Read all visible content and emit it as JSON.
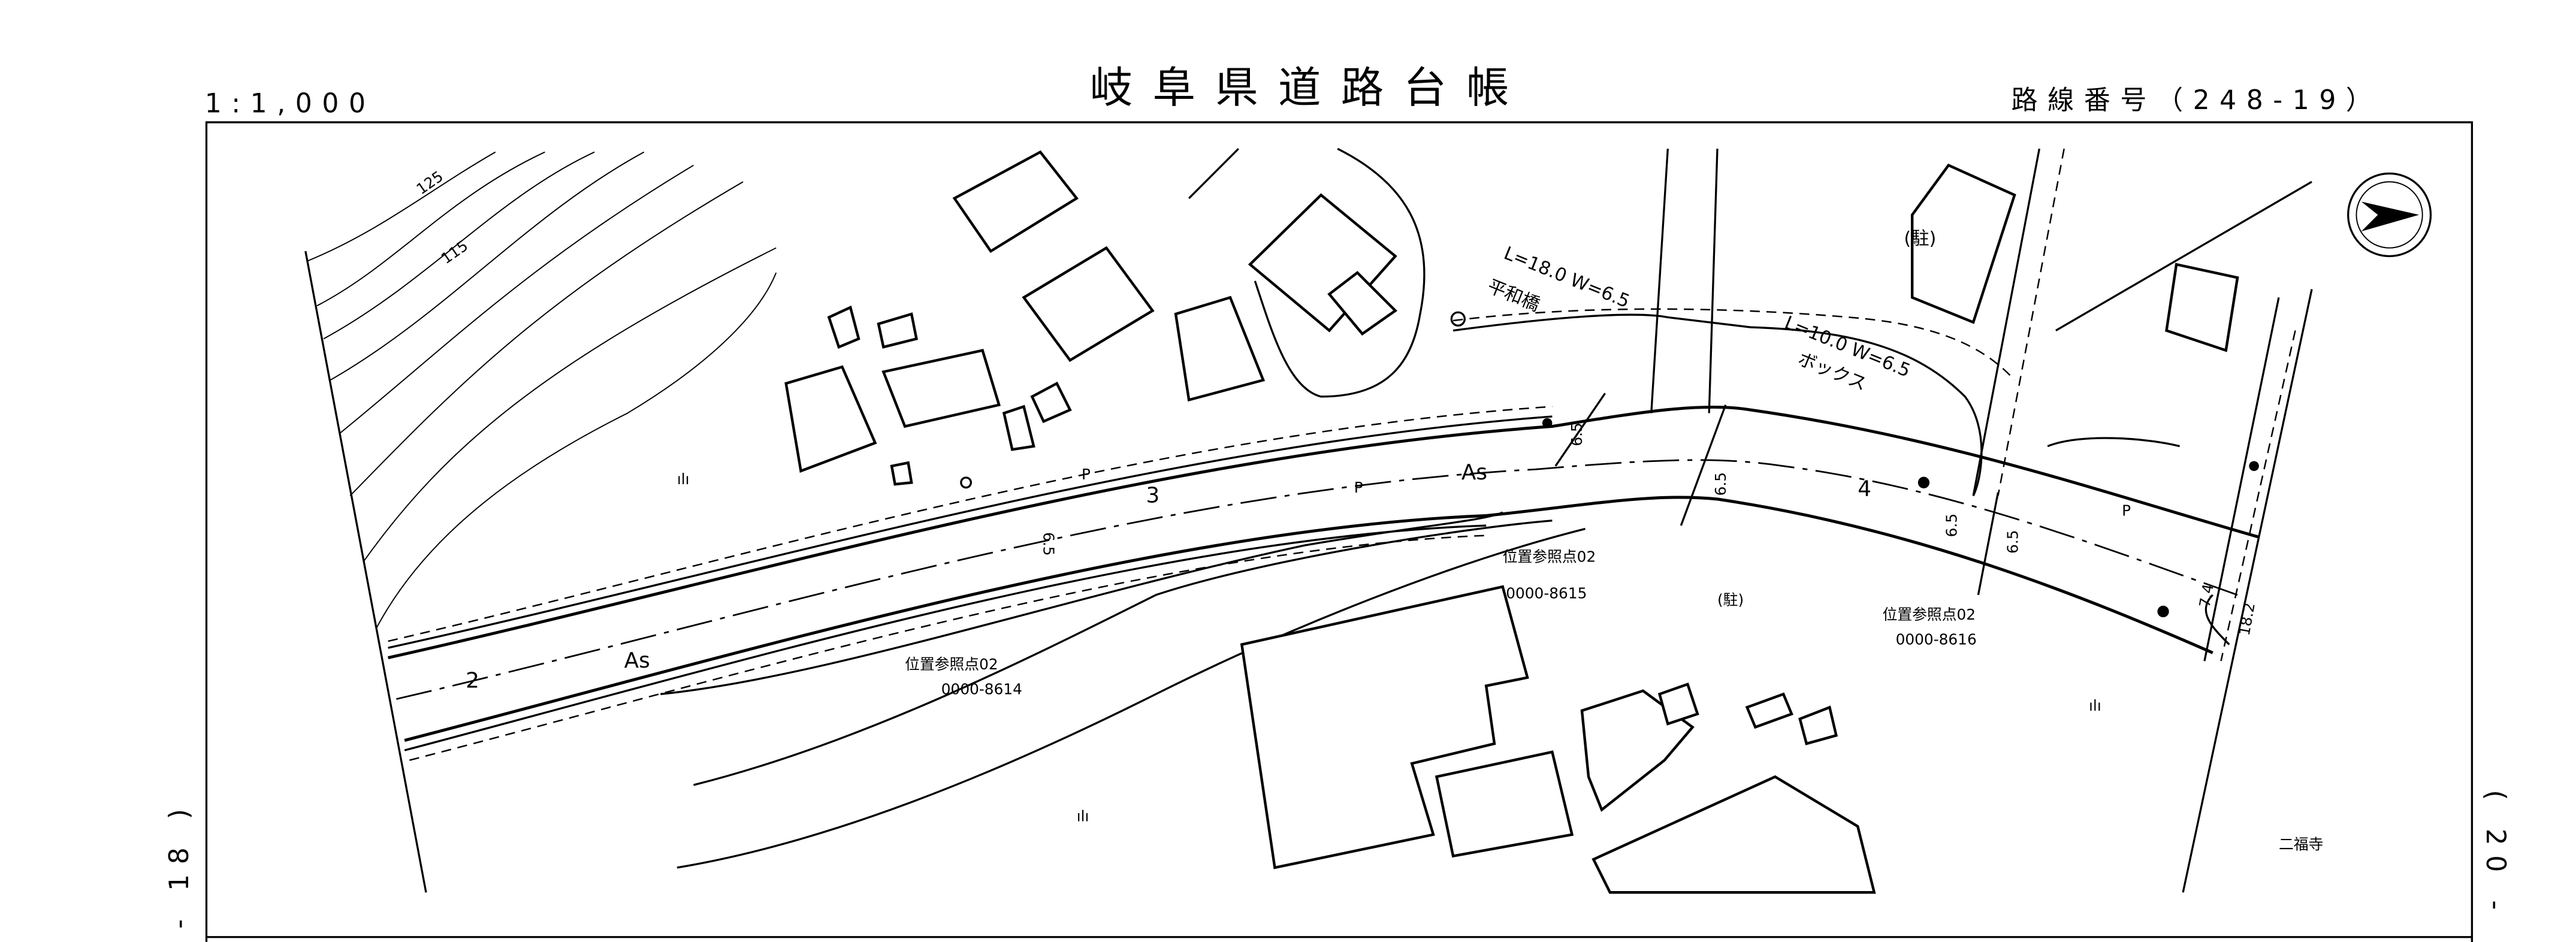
{
  "header": {
    "title": "岐阜県道路台帳",
    "scale": "1:1,000",
    "route_number": "路線番号（248-19）"
  },
  "side_labels": {
    "left": "- 18 )",
    "right": "( 20 -"
  },
  "map": {
    "contours": [
      "125",
      "115"
    ],
    "road_sections": [
      "2",
      "3",
      "4"
    ],
    "surface_labels": [
      "As",
      "As"
    ],
    "bridge": {
      "spec": "L=18.0  W=6.5",
      "name": "平和橋"
    },
    "box_culvert": {
      "spec": "L=10.0  W=6.5",
      "name": "ボックス"
    },
    "parking_labels": [
      "(駐)",
      "(駐)"
    ],
    "temple": "二福寺",
    "reference_points": [
      {
        "label": "位置参照点02",
        "code": "0000-8614"
      },
      {
        "label": "位置参照点02",
        "code": "0000-8615"
      },
      {
        "label": "位置参照点02",
        "code": "0000-8616"
      }
    ],
    "widths": [
      "6.5",
      "6.5",
      "6.5",
      "6.5",
      "6.5"
    ],
    "dimension_labels": [
      "7.4",
      "18.2"
    ],
    "marker_p": "P",
    "compass_icon": "north-arrow-icon"
  }
}
